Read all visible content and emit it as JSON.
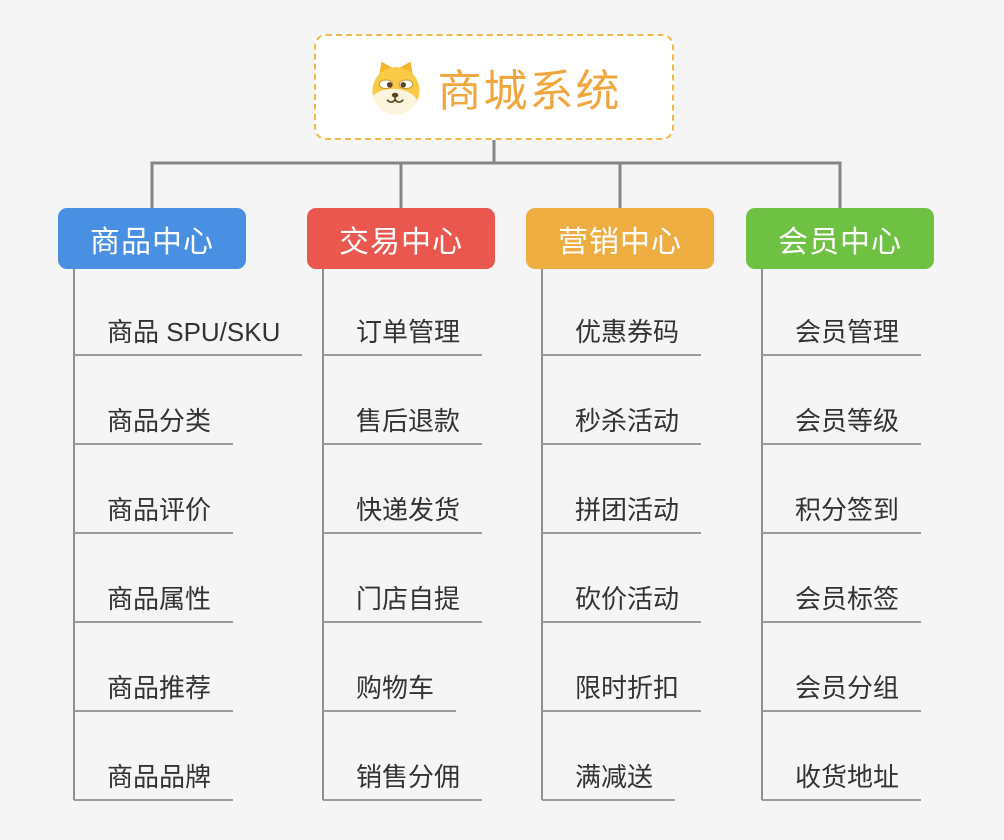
{
  "root": {
    "label": "商城系统",
    "icon": "dog-icon"
  },
  "branches": [
    {
      "label": "商品中心",
      "color": "#4a90e2",
      "children": [
        "商品 SPU/SKU",
        "商品分类",
        "商品评价",
        "商品属性",
        "商品推荐",
        "商品品牌"
      ]
    },
    {
      "label": "交易中心",
      "color": "#e9574f",
      "children": [
        "订单管理",
        "售后退款",
        "快递发货",
        "门店自提",
        "购物车",
        "销售分佣"
      ]
    },
    {
      "label": "营销中心",
      "color": "#eead41",
      "children": [
        "优惠券码",
        "秒杀活动",
        "拼团活动",
        "砍价活动",
        "限时折扣",
        "满减送"
      ]
    },
    {
      "label": "会员中心",
      "color": "#6ec143",
      "children": [
        "会员管理",
        "会员等级",
        "积分签到",
        "会员标签",
        "会员分组",
        "收货地址"
      ]
    }
  ],
  "colors": {
    "background": "#f5f5f5",
    "connector": "#858585",
    "trunk": "#8f8f8f",
    "underline": "#9b9b9b",
    "root_border": "#f3b84a",
    "root_text": "#f0a63c",
    "leaf_text": "#333333"
  }
}
